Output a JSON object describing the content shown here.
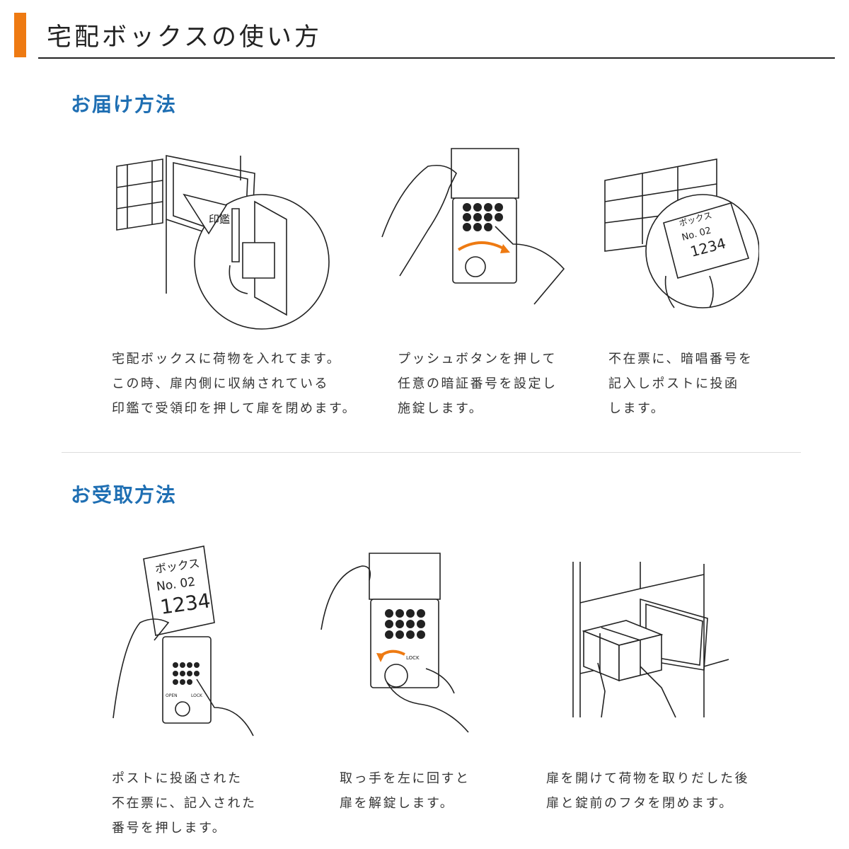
{
  "title": "宅配ボックスの使い方",
  "colors": {
    "accent": "#ee7a12",
    "heading": "#1f6fb3"
  },
  "delivery": {
    "heading": "お届け方法",
    "steps": [
      {
        "lines": [
          "宅配ボックスに荷物を入れてます。",
          "この時、扉内側に収納されている",
          "印鑑で受領印を押して扉を閉めます。"
        ],
        "illustration_label": "印鑑"
      },
      {
        "lines": [
          "プッシュボタンを押して",
          "任意の暗証番号を設定し",
          "施錠します。"
        ]
      },
      {
        "lines": [
          "不在票に、暗唱番号を",
          "記入しポストに投函",
          "します。"
        ],
        "slip": {
          "box": "ボックス",
          "no": "No. 02",
          "code": "1234"
        }
      }
    ]
  },
  "pickup": {
    "heading": "お受取方法",
    "steps": [
      {
        "lines": [
          "ポストに投函された",
          "不在票に、記入された",
          "番号を押します。"
        ],
        "slip": {
          "box": "ボックス",
          "no": "No. 02",
          "code": "1234"
        },
        "lock_labels": {
          "open": "OPEN",
          "lock": "LOCK"
        }
      },
      {
        "lines": [
          "取っ手を左に回すと",
          "扉を解錠します。"
        ],
        "lock_label": "LOCK"
      },
      {
        "lines": [
          "扉を開けて荷物を取りだした後",
          "扉と錠前のフタを閉めます。"
        ]
      }
    ]
  }
}
